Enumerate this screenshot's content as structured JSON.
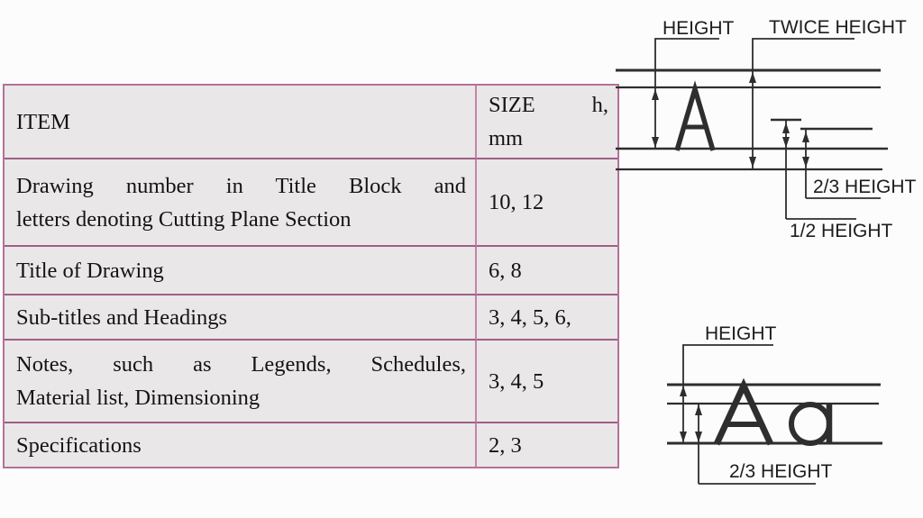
{
  "table": {
    "header": {
      "item": "ITEM",
      "size_line1": "SIZE h,",
      "size_line2": "mm"
    },
    "rows": [
      {
        "item_lines": [
          "Drawing number in Title Block and",
          "letters denoting Cutting Plane Section"
        ],
        "size": "10, 12"
      },
      {
        "item_lines": [
          "Title of Drawing"
        ],
        "size": "6, 8"
      },
      {
        "item_lines": [
          "Sub-titles and Headings"
        ],
        "size": "3, 4, 5, 6,"
      },
      {
        "item_lines": [
          "Notes, such as Legends, Schedules,",
          "Material list, Dimensioning"
        ],
        "size": "3, 4, 5"
      },
      {
        "item_lines": [
          "Specifications"
        ],
        "size": "2, 3"
      }
    ]
  },
  "diagrams": {
    "top": {
      "label_height": "HEIGHT",
      "label_twice_height": "TWICE HEIGHT",
      "label_two_thirds_height": "2/3 HEIGHT",
      "label_half_height": "1/2 HEIGHT",
      "sample_letter": "A"
    },
    "bottom": {
      "label_height": "HEIGHT",
      "label_two_thirds_height": "2/3 HEIGHT",
      "sample_letters": "Aa"
    }
  },
  "colors": {
    "table_background": "#e9e7e8",
    "table_border_dark": "#a05f87",
    "table_border_light": "#c285a5",
    "diagram_line": "#2e2e2e"
  }
}
